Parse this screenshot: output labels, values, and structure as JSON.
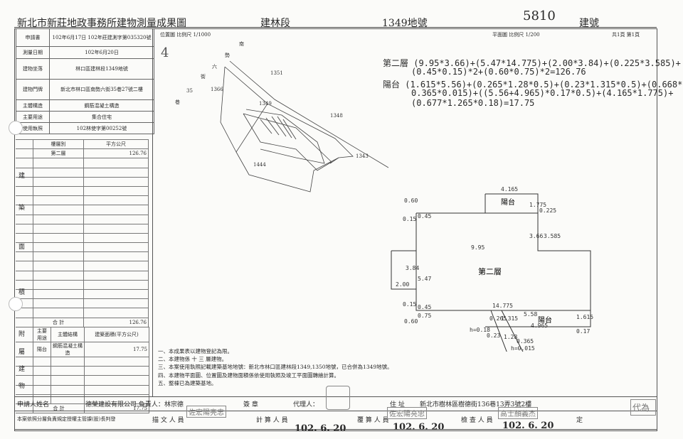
{
  "header": {
    "title": "新北市新莊地政事務所建物測量成果圖",
    "section": "建林段",
    "lot": "1349地號",
    "building_no_value": "5810",
    "building_no_label": "建號"
  },
  "sub_header": {
    "loc_label": "位置圖  比例尺 1/1000",
    "plan_label": "平面圖  比例尺 1/200",
    "pages": "共1頁  第1頁"
  },
  "info_rows": [
    {
      "label": "申請書",
      "value": "102年6月17日 102年莊建測字第035320號"
    },
    {
      "label": "測量日期",
      "value": "102年6月20日"
    },
    {
      "label": "建物坐落",
      "value": "林口區建林段1349地號"
    },
    {
      "label": "建物門牌",
      "value": "新北市林口區南勢六街35巷27號二樓"
    },
    {
      "label": "主體構造",
      "value": "鋼筋混凝土構造"
    },
    {
      "label": "主要用途",
      "value": "集合住宅"
    },
    {
      "label": "使用執照",
      "value": "102林使字第00252號"
    }
  ],
  "area_table": {
    "col_floor": "樓層別",
    "col_unit": "平方公尺",
    "rows": [
      {
        "floor": "第二層",
        "area": "126.76"
      }
    ],
    "total_label": "合    計",
    "total": "126.76",
    "side_label": [
      "建",
      "築",
      "面",
      "積"
    ]
  },
  "annex_table": {
    "col_use": "主要用途",
    "col_struct": "主體結構",
    "col_area": "建築面積(平方公尺)",
    "rows": [
      {
        "use": "陽台",
        "struct": "鋼筋混凝土構造",
        "area": "17.75"
      }
    ],
    "total_label": "合    計",
    "total": "17.75",
    "side_label": [
      "附",
      "屬",
      "建",
      "物"
    ]
  },
  "location_map": {
    "north": "4",
    "road_chars": [
      "南",
      "勢",
      "六",
      "街",
      "35",
      "巷"
    ],
    "lots": [
      "1351",
      "1366",
      "1349",
      "1348",
      "1343",
      "1444"
    ]
  },
  "formulas": {
    "floor2_line1": "第二層 (9.95*3.66)+(5.47*14.775)+(2.00*3.84)+(0.225*3.585)+",
    "floor2_line2": "(0.45*0.15)*2+(0.60*0.75)*2=126.76",
    "balcony_line1": "陽台 (1.615*5.56)+(0.265*1.28*0.5)+(0.23*1.315*0.5)+(0.668*",
    "balcony_line2": "0.365*0.015)+((5.56+4.965)*0.17*0.5)+(4.165*1.775)+",
    "balcony_line3": "(0.677*1.265*0.18)=17.75"
  },
  "plan": {
    "floor_label": "第二層",
    "balcony_label": "陽台",
    "dims": [
      "4.165",
      "1.775",
      "0.225",
      "3.585",
      "3.66",
      "9.95",
      "0.60",
      "0.15",
      "0.45",
      "3.84",
      "5.47",
      "2.00",
      "14.775",
      "0.45",
      "0.15",
      "0.75",
      "0.60",
      "5.58",
      "1.615",
      "4.965",
      "0.17",
      "h=0.18",
      "0.23",
      "1.28",
      "1.315",
      "0.365",
      "0.265",
      "h=0.015"
    ]
  },
  "notes": [
    "一、本成果表以建物登記為限。",
    "二、本建物係  十 三 層建物。",
    "三、本案使用執照記載建築基地地號：新北市林口區建林段1349,1350地號，已合併為1349地號。",
    "四、本建物平面圖、位置圖及建物面積係依使用執照及竣工平面圖轉繪計算。",
    "五、整棟已為建築基地。"
  ],
  "footer": {
    "applicant_label": "申請人姓名",
    "applicant_value": "德榮建設有限公司 負責人：林宗德",
    "agent_sign_label": "簽    章",
    "agent_label": "代理人：",
    "address_label": "住    址",
    "address_value": "新北市樹林區樹德街136巷13弄3號2樓",
    "note_label": "本案依照分層負責規定授權主管課(股)長判發",
    "drafter_label": "描 文 人 員",
    "calc_label": "計 算 人 員",
    "check_label": "覆 算 人 員",
    "inspect_label": "檢 查 人 員",
    "decide_label": "定",
    "date1": "102. 6. 20",
    "date2": "102. 6. 20",
    "date3": "102. 6. 20"
  },
  "stamps": {
    "s1": "佐宏陽亮忠",
    "s2": "佐宏陽亮忠",
    "s3": "高士顏義杰",
    "seal": "代為"
  }
}
